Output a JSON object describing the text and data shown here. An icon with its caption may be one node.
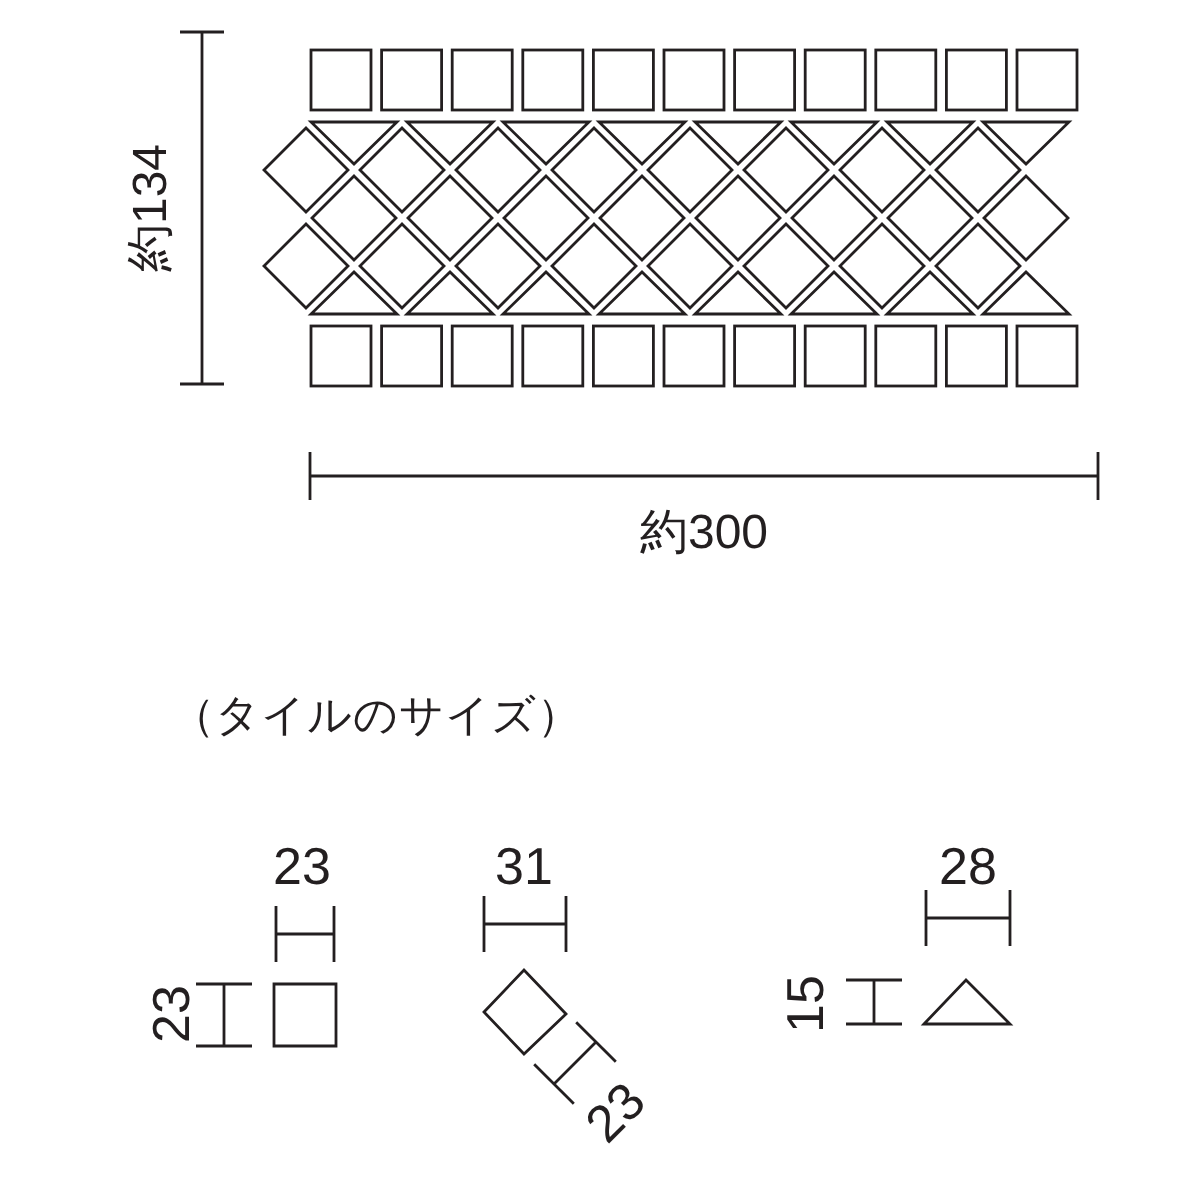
{
  "diagram": {
    "labels": [
      "約134",
      "約300",
      "（タイルのサイズ）",
      "23",
      "31",
      "28",
      "23",
      "15",
      "23"
    ]
  }
}
